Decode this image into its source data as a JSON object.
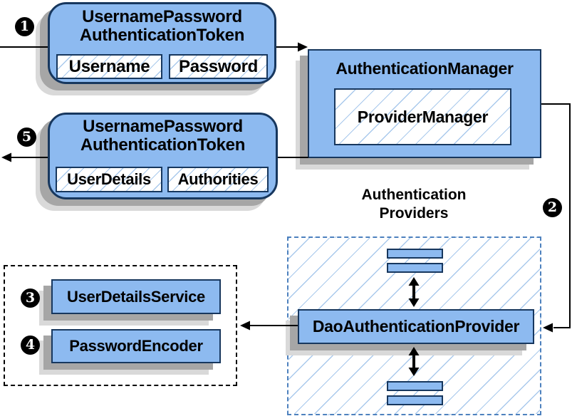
{
  "colors": {
    "node_fill": "#8dbaf0",
    "node_border": "#17375e",
    "hatch_line": "#a9c9ec",
    "providers_border": "#4d81be",
    "dotted_border": "#000000",
    "shadow_dark": "#a6a6a6",
    "shadow_light": "#d9d9d9",
    "arrow": "#000000",
    "text": "#000000"
  },
  "badges": {
    "step1": "1",
    "step2": "2",
    "step3": "3",
    "step4": "4",
    "step5": "5"
  },
  "request_token": {
    "title_line1": "UsernamePassword",
    "title_line2": "AuthenticationToken",
    "field1": "Username",
    "field2": "Password"
  },
  "auth_manager": {
    "title": "AuthenticationManager",
    "inner": "ProviderManager"
  },
  "response_token": {
    "title_line1": "UsernamePassword",
    "title_line2": "AuthenticationToken",
    "field1": "UserDetails",
    "field2": "Authorities"
  },
  "providers": {
    "heading_line1": "Authentication",
    "heading_line2": "Providers",
    "dao": "DaoAuthenticationProvider"
  },
  "services": {
    "user_details_service": "UserDetailsService",
    "password_encoder": "PasswordEncoder"
  }
}
